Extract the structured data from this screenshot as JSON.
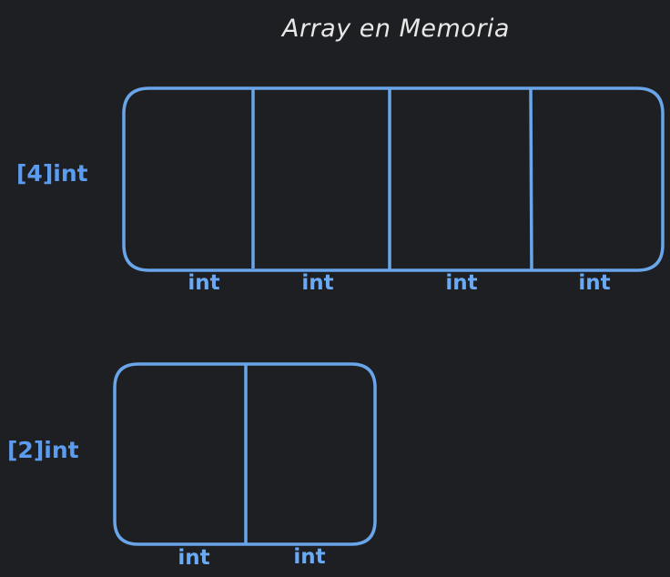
{
  "title": "Array en Memoria",
  "colors": {
    "background": "#1e1f22",
    "stroke": "#6aa5ea",
    "title_text": "#e8e8e8",
    "label_text": "#5b9cf0"
  },
  "arrays": [
    {
      "label": "[4]int",
      "element_count": 4,
      "cell_labels": [
        "int",
        "int",
        "int",
        "int"
      ]
    },
    {
      "label": "[2]int",
      "element_count": 2,
      "cell_labels": [
        "int",
        "int"
      ]
    }
  ]
}
